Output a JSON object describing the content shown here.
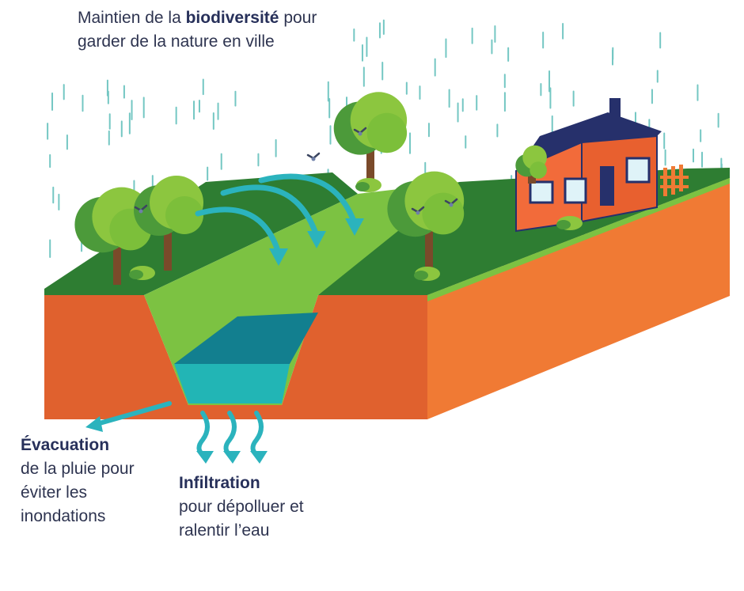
{
  "labels": {
    "biodiversity": {
      "prefix": "Maintien de la ",
      "bold": "biodiversité",
      "rest": "pour garder de la nature en ville"
    },
    "evacuation": {
      "bold": "Évacuation",
      "rest": "de la pluie pour éviter les inondations"
    },
    "infiltration": {
      "bold": "Infiltration",
      "rest": "pour dépolluer et ralentir l’eau"
    }
  },
  "colors": {
    "soil_front": "#e0612e",
    "soil_side": "#f07a34",
    "grass_dark": "#2e7d32",
    "grass_light": "#7cc242",
    "water": "#22b5b5",
    "water_dark": "#127f8f",
    "arrow": "#2bb3bd",
    "rain": "#74c7c3",
    "house_wall": "#f26b3a",
    "house_roof": "#26306b",
    "trunk": "#7a4a2a",
    "tree_dark": "#4c9a3a",
    "tree_light": "#8cc63f",
    "text": "#2e3450"
  },
  "icons": [
    "rain-drop-icon",
    "tree-icon",
    "bird-icon",
    "house-icon",
    "fence-icon",
    "arrow-icon"
  ]
}
